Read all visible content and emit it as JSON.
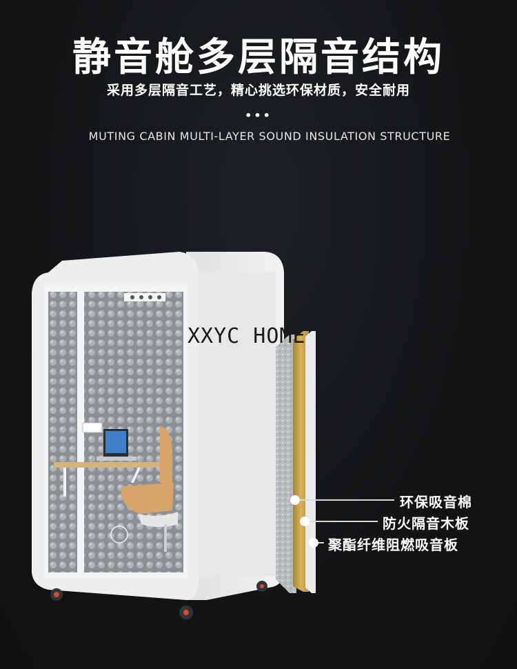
{
  "header": {
    "title": "静音舱多层隔音结构",
    "subtitle": "采用多层隔音工艺，精心挑选环保材质，安全耐用",
    "dots": "•••",
    "english_title": "MUTING CABIN MULTI-LAYER SOUND INSULATION STRUCTURE"
  },
  "watermark": "XXYC HOME",
  "layers": [
    {
      "label": "环保吸音棉"
    },
    {
      "label": "防火隔音木板"
    },
    {
      "label": "聚酯纤维阻燃吸音板"
    }
  ],
  "colors": {
    "background": "#121416",
    "cabin_shell": "#e9ebec",
    "acoustic_foam": "#8d9196",
    "wood_panel": "#c9a24a",
    "chair_seat": "#d9a46a"
  }
}
